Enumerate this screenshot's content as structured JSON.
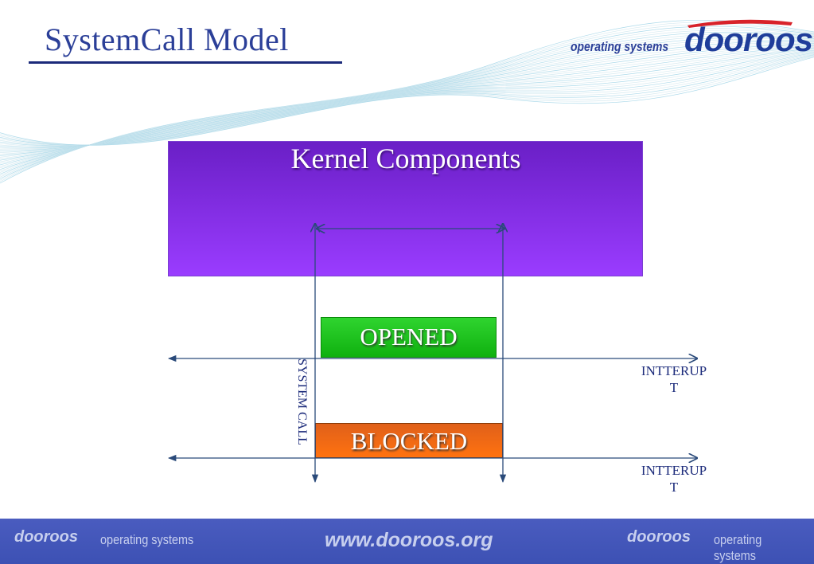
{
  "slide": {
    "title": "SystemCall Model"
  },
  "brand": {
    "tagline": "operating systems",
    "logo_text": "dooroos",
    "accent_color": "#2b3f98"
  },
  "diagram": {
    "kernel_label": "Kernel Components",
    "opened_label": "OPENED",
    "blocked_label": "BLOCKED",
    "system_call_label": "SYSTEM CALL",
    "interrupt_label_1": "INTTERUPT",
    "interrupt_label_2": "INTTERUPT",
    "colors": {
      "kernel": "#8a34f0",
      "opened": "#1fc21f",
      "blocked": "#ff6a10",
      "arrows": "#2a4a7a"
    }
  },
  "footer": {
    "logo_left": "dooroos",
    "tagline_left": "operating systems",
    "url": "www.dooroos.org",
    "logo_right": "dooroos",
    "tagline_right": "operating systems"
  }
}
